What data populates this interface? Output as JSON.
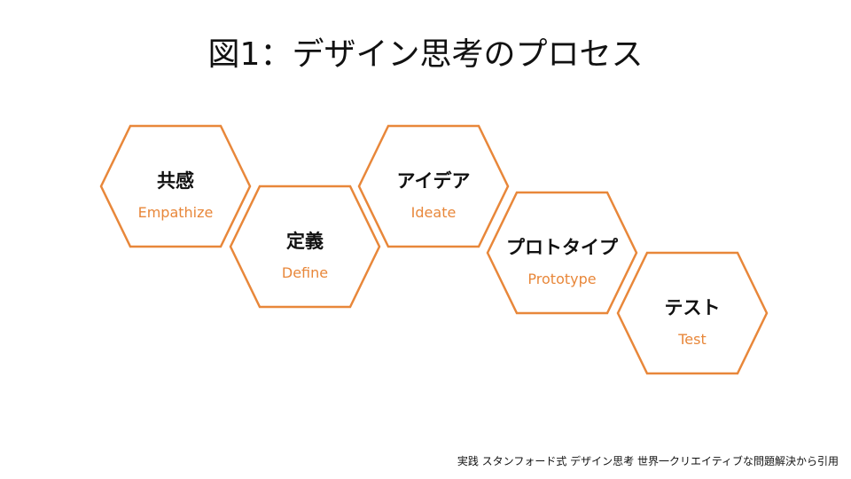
{
  "title": "図1：デザイン思考のプロセス",
  "accent_color": "#E8873A",
  "steps": [
    {
      "jp": "共感",
      "en": "Empathize"
    },
    {
      "jp": "定義",
      "en": "Define"
    },
    {
      "jp": "アイデア",
      "en": "Ideate"
    },
    {
      "jp": "プロトタイプ",
      "en": "Prototype"
    },
    {
      "jp": "テスト",
      "en": "Test"
    }
  ],
  "source": "実践 スタンフォード式 デザイン思考 世界一クリエイティブな問題解決から引用"
}
